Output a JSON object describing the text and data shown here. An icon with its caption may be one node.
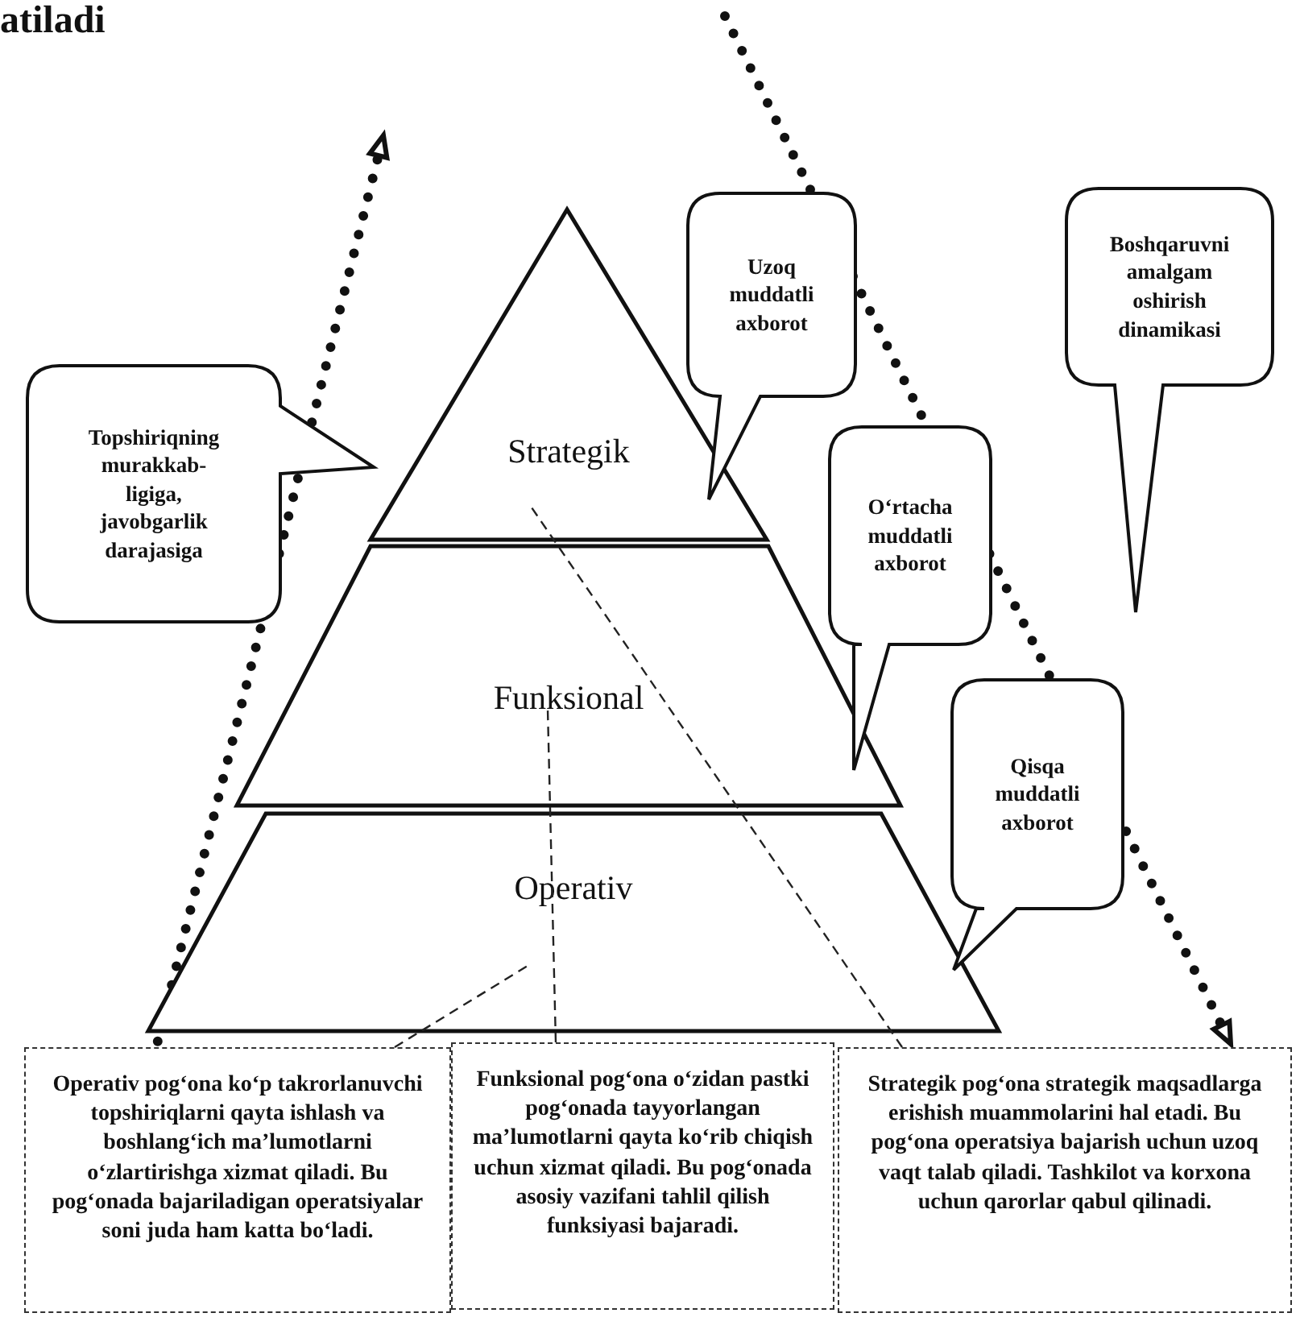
{
  "diagram": {
    "nodes": [
      {
        "text": [
          "Strategik"
        ]
      },
      {
        "text": [
          "Funksional"
        ]
      },
      {
        "text": [
          "Operativ"
        ]
      },
      {
        "text": [
          "Topshiriqning murakkab-ligiga, javobgarlik darajasiga"
        ]
      },
      {
        "text": [
          "Uzoq muddatli axborot"
        ]
      },
      {
        "text": [
          "Boshqaruvni amalgam oshirish dinamikasi"
        ]
      },
      {
        "text": [
          "O‘rtacha muddatli axborot"
        ]
      },
      {
        "text": [
          "Qisqa muddatli axborot"
        ]
      },
      {
        "text": [
          "Operativ pog‘ona ko‘p takrorlanuvchi topshiriqlarni qayta ishlash va boshlang‘ich ma’lumotlarni o‘zlartirishga xizmat qiladi. Bu pog‘onada bajariladigan operatsiyalar soni juda ham katta bo‘ladi."
        ]
      },
      {
        "text": [
          "Funksional pog‘ona o‘zidan pastki pog‘onada tayyorlangan ma’lumotlarni qayta ko‘rib chiqish uchun xizmat qiladi. Bu pog‘onada asosiy vazifani tahlil qilish funksiyasi bajaradi."
        ]
      },
      {
        "text": [
          "Strategik pog‘ona strategik maqsadlarga erishish muammolarini hal etadi. Bu pog‘ona operatsiya bajarish uchun uzoq vaqt talab qiladi. Tashkilot va korxona uchun qarorlar qabul qilinadi."
        ]
      }
    ],
    "edges": [
      {
        "from": 8,
        "to": 2,
        "arrow": "none",
        "style": "dashed"
      },
      {
        "from": 9,
        "to": 1,
        "arrow": "none",
        "style": "dashed"
      },
      {
        "from": 10,
        "to": 0,
        "arrow": "none",
        "style": "dashed"
      }
    ],
    "labels": [
      "atiladi"
    ]
  }
}
